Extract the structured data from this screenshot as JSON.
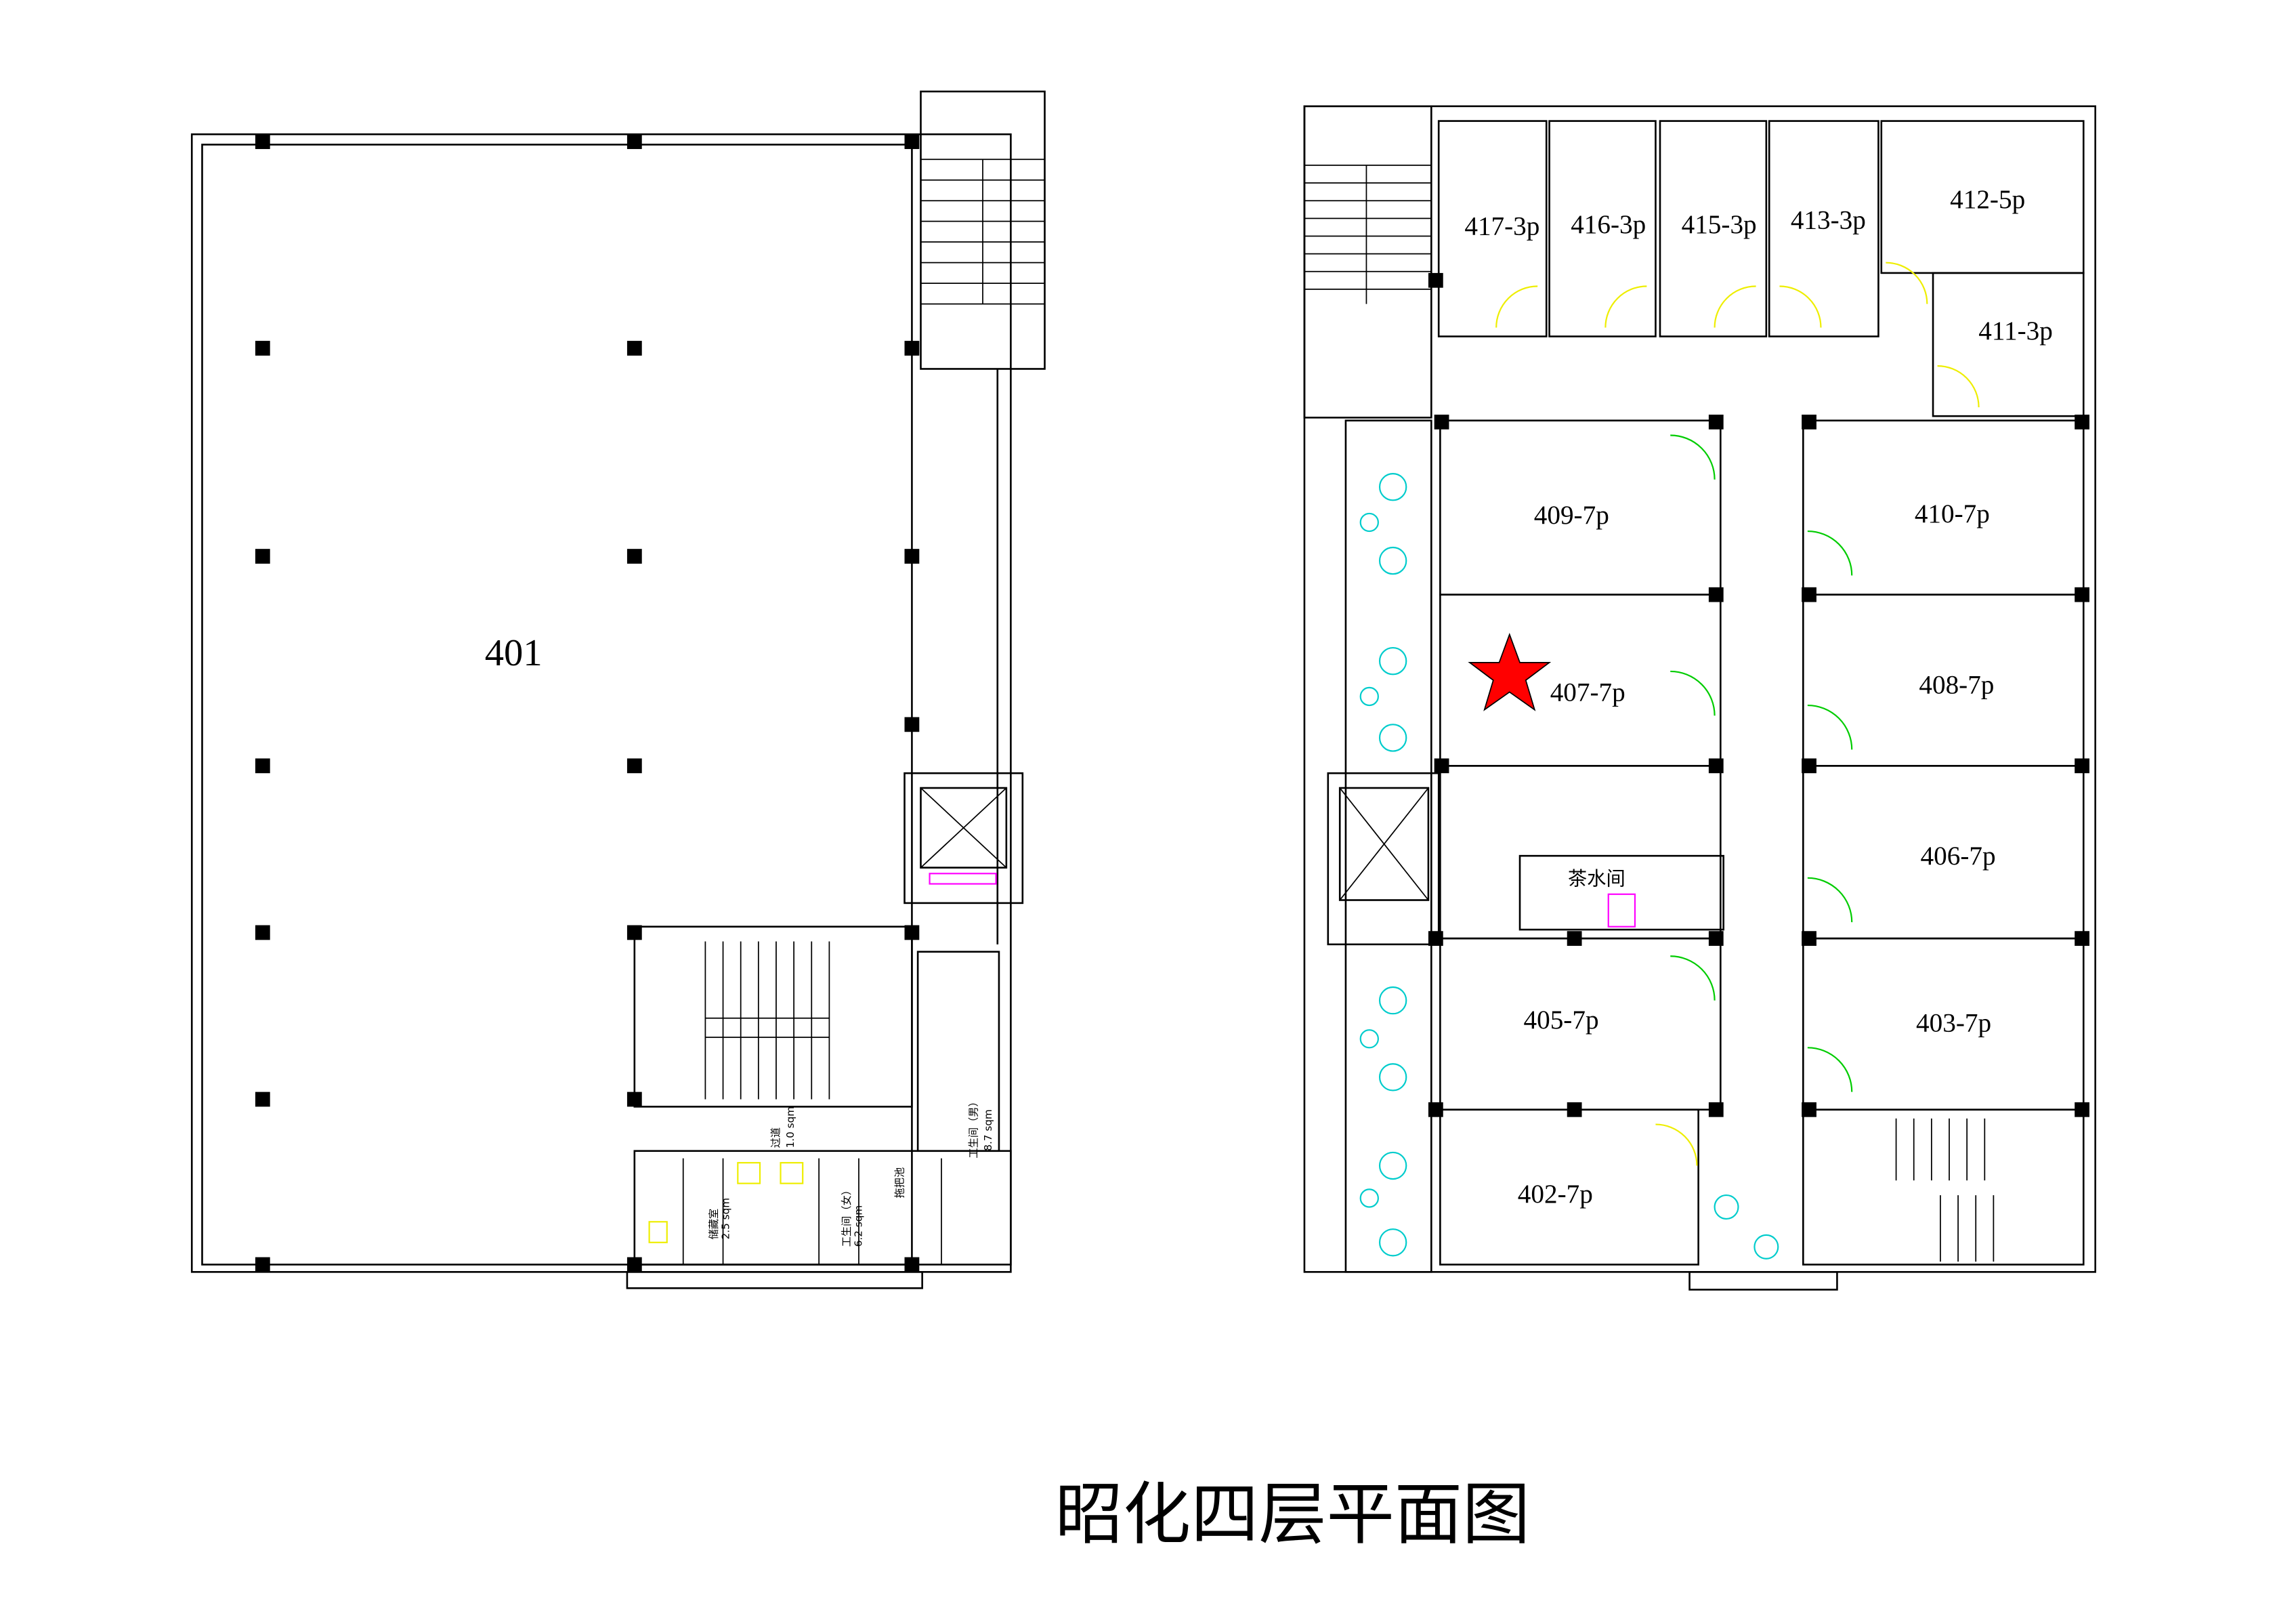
{
  "title": "昭化四层平面图",
  "left_building": {
    "main_room": "401",
    "rooms": {
      "corridor": "过道",
      "corridor_area": "1.0 sqm",
      "storage": "储藏室",
      "storage_area": "2.5 sqm",
      "restroom_female": "工生间（女）",
      "restroom_female_area": "6.2 sqm",
      "mop_sink": "拖把池",
      "restroom_male": "工生间（男）",
      "restroom_male_area": "8.7 sqm"
    }
  },
  "right_building": {
    "rooms": [
      {
        "label": "417-3p"
      },
      {
        "label": "416-3p"
      },
      {
        "label": "415-3p"
      },
      {
        "label": "413-3p"
      },
      {
        "label": "412-5p"
      },
      {
        "label": "411-3p"
      },
      {
        "label": "409-7p"
      },
      {
        "label": "410-7p"
      },
      {
        "label": "407-7p"
      },
      {
        "label": "408-7p"
      },
      {
        "label": "406-7p"
      },
      {
        "label": "405-7p"
      },
      {
        "label": "403-7p"
      },
      {
        "label": "402-7p"
      }
    ],
    "tea_room": "茶水间",
    "marker": {
      "room": "407-7p",
      "icon": "star",
      "color": "#ff0000"
    }
  }
}
